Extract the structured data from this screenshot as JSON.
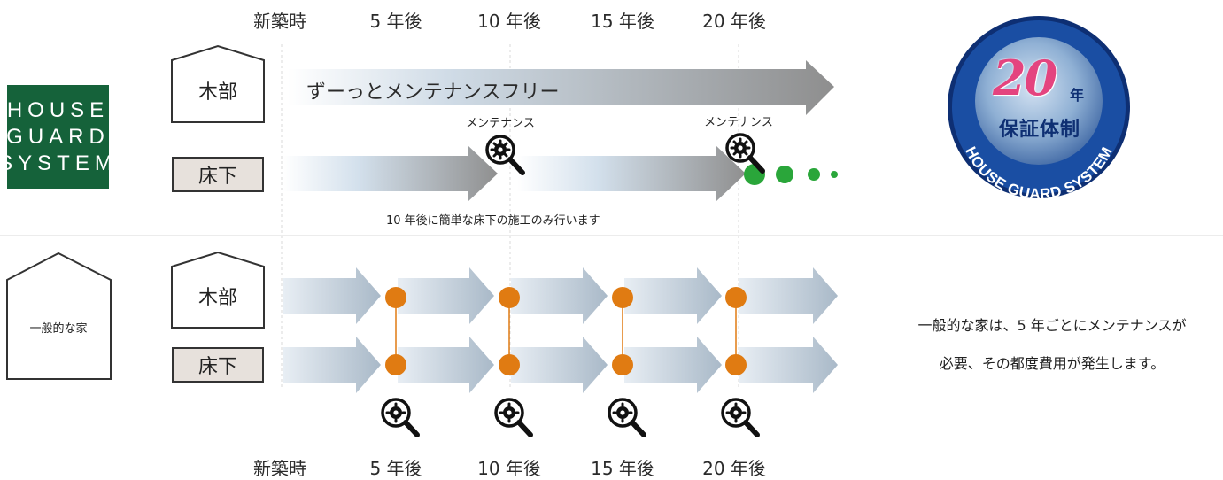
{
  "timeline": {
    "years": [
      "新築時",
      "5 年後",
      "10 年後",
      "15 年後",
      "20 年後"
    ]
  },
  "logo": {
    "lines": [
      "HOUSE",
      "GUARD",
      "SYSTEM"
    ],
    "color": "#15623a"
  },
  "badge": {
    "number": "20",
    "unit": "年",
    "caption": "保証体制",
    "arc_text": "HOUSE GUARD SYSTEM",
    "ring_color": "#123a8c",
    "number_color": "#e4447f"
  },
  "top_section": {
    "wood_label": "木部",
    "floor_label": "床下",
    "wood_arrow_text": "ずーっとメンテナンスフリー",
    "maintenance_label_1": "メンテナンス",
    "maintenance_label_2": "メンテナンス",
    "note": "10 年後に簡単な床下の施工のみ行います",
    "dot_color": "#2aa63a"
  },
  "bottom_section": {
    "house_label": "一般的な家",
    "wood_label": "木部",
    "floor_label": "床下",
    "node_color": "#e07b12",
    "description_line1": "一般的な家は、5 年ごとにメンテナンスが",
    "description_line2": "必要、その都度費用が発生します。"
  }
}
